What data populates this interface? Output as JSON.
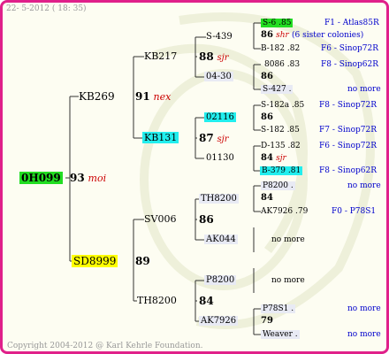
{
  "header": "22- 5-2012 ( 18: 35)",
  "footer": "Copyright 2004-2012 @ Karl Kehrle Foundation.",
  "colors": {
    "frame": "#e0208a",
    "root_highlight": "#22dd22",
    "cyan_highlight": "#22eeee",
    "yellow_highlight": "#ffff00",
    "dam_name": "#cc0000",
    "link": "#0000cc"
  },
  "root": {
    "id": "0H099",
    "score": "93",
    "dam": "moi"
  },
  "gen1": {
    "top": {
      "id": "KB269",
      "score": "91",
      "dam": "nex"
    },
    "bottom": {
      "id": "SD8999",
      "score": "89"
    }
  },
  "gen2": {
    "a": {
      "id": "KB217",
      "score": "88",
      "dam": "sjr"
    },
    "b": {
      "id": "KB131",
      "score": "87",
      "dam": "sjr"
    },
    "c": {
      "id": "SV006",
      "score": "86"
    },
    "d": {
      "id": "TH8200",
      "score": "84"
    }
  },
  "gen3": {
    "a1": "S-439",
    "a2": "04-30",
    "b1": "02116",
    "b2": "01130",
    "c1": "TH8200",
    "c2": "AK044",
    "d1": "P8200",
    "d2": "AK7926"
  },
  "gen4": {
    "r1": {
      "top": "S-6 .85",
      "score": "86",
      "dam": "shr",
      "note": "(6 sister colonies)",
      "bottom": "B-182 .82",
      "right1": "F1 - Atlas85R",
      "right2": "F6 - Sinop72R"
    },
    "r2": {
      "top": "8086 .83",
      "score": "86",
      "bottom": "S-427 .",
      "right1": "F8 - Sinop62R",
      "right2": "no more"
    },
    "r3": {
      "top": "S-182a .85",
      "score": "86",
      "bottom": "S-182 .85",
      "right1": "F8 - Sinop72R",
      "right2": "F7 - Sinop72R"
    },
    "r4": {
      "top": "D-135 .82",
      "score": "84",
      "dam": "sjr",
      "bottom": "B-379 .81",
      "right1": "F6 - Sinop72R",
      "right2": "F8 - Sinop62R"
    },
    "r5": {
      "top": "P8200 .",
      "score": "84",
      "bottom": "AK7926 .79",
      "right1": "no more",
      "right2": "F0 - P78S1"
    },
    "r6": {
      "middle": "no more"
    },
    "r7": {
      "middle": "no more"
    },
    "r8": {
      "top": "P78S1 .",
      "score": "79",
      "bottom": "Weaver .",
      "right1": "no more",
      "right2": "no more"
    }
  }
}
